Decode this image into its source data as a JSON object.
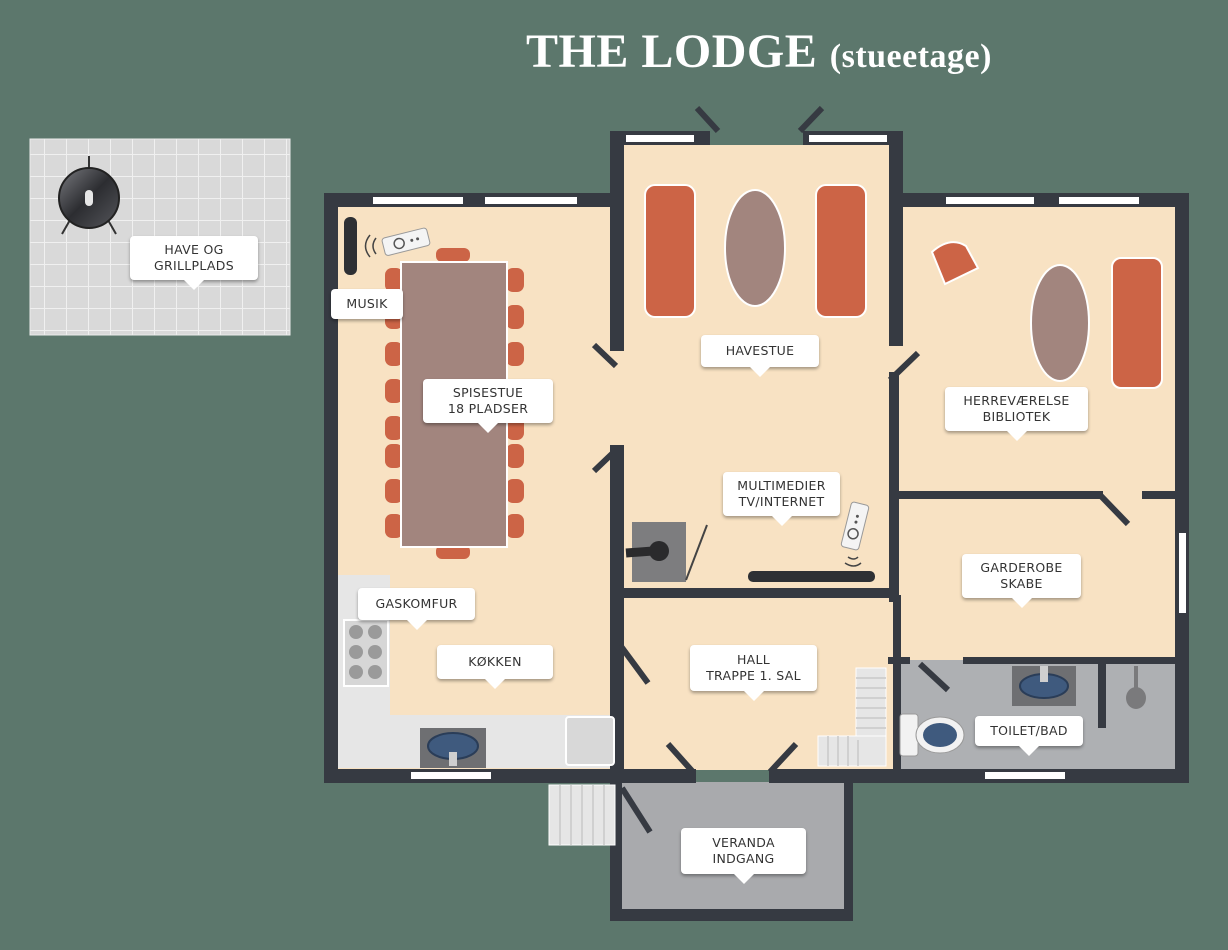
{
  "title": {
    "main": "THE LODGE",
    "sub": "(stueetage)"
  },
  "labels": {
    "garden": {
      "line1": "HAVE OG",
      "line2": "GRILLPLADS"
    },
    "music": "MUSIK",
    "dining": {
      "line1": "SPISESTUE",
      "line2": "18 PLADSER"
    },
    "gardenroom": "HAVESTUE",
    "study": {
      "line1": "HERREVÆRELSE",
      "line2": "BIBLIOTEK"
    },
    "media": {
      "line1": "MULTIMEDIER",
      "line2": "TV/INTERNET"
    },
    "wardrobe": {
      "line1": "GARDEROBE",
      "line2": "SKABE"
    },
    "stove": "GASKOMFUR",
    "kitchen": "KØKKEN",
    "hall": {
      "line1": "HALL",
      "line2": "TRAPPE 1. SAL"
    },
    "bathroom": "TOILET/BAD",
    "veranda": {
      "line1": "VERANDA",
      "line2": "INDGANG"
    }
  },
  "colors": {
    "background": "#5c776c",
    "floor": "#f8e2c3",
    "wall": "#363a42",
    "furniture_orange": "#cc6446",
    "table_mauve": "#a2857e",
    "tile_grey": "#a9a9ad",
    "bath_grey": "#aeb0b3",
    "veranda_grey": "#a9aaad"
  },
  "icons": [
    "grill-icon",
    "speaker-icon",
    "remote-icon",
    "fireplace-icon",
    "soundbar-icon",
    "stove-icon",
    "sink-icon",
    "toilet-icon",
    "staircase-icon"
  ]
}
